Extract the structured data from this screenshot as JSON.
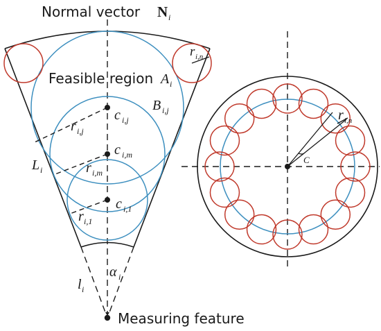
{
  "labels": {
    "normal_vector": "Normal vector",
    "normal_vector_symbol": "N",
    "normal_vector_sub": "i",
    "feasible_region": "Feasible region",
    "feasible_region_symbol": "A",
    "feasible_region_sub": "i",
    "measuring_feature": "Measuring feature",
    "r_in": "r",
    "r_in_sub": "i,n",
    "r_in_right": "r",
    "r_in_right_sub": "i,n",
    "B_ij": "B",
    "B_ij_sub": "i,j",
    "c_ij": "c",
    "c_ij_sub": "i,j",
    "r_ij": "r",
    "r_ij_sub": "i,j",
    "c_im": "c",
    "c_im_sub": "i,m",
    "r_im": "r",
    "r_im_sub": "i,m",
    "L_i": "L",
    "L_i_sub": "i",
    "c_i1": "c",
    "c_i1_sub": "i,1",
    "r_i1": "r",
    "r_i1_sub": "i,1",
    "l_i": "l",
    "l_i_sub": "i",
    "alpha_i": "α",
    "alpha_i_sub": "i",
    "C": "C"
  },
  "colors": {
    "outline": "#1a1a1a",
    "blue": "#3d8fbf",
    "red": "#c0392b"
  },
  "right_circle": {
    "small_circle_count": 16
  }
}
